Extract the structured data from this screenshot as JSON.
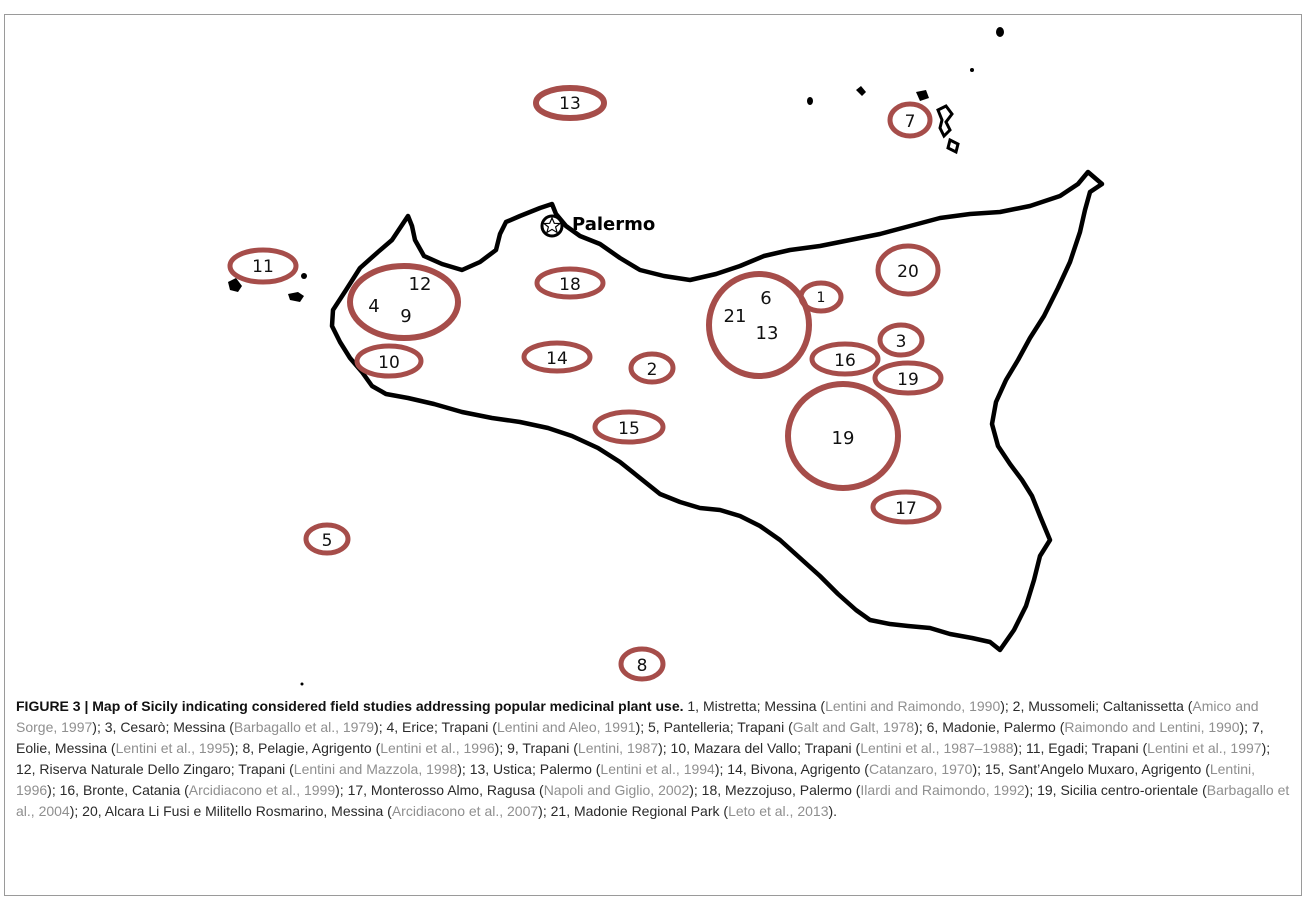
{
  "map": {
    "city_label": "Palermo",
    "ovals": [
      {
        "id": "o13a",
        "labels": [
          "13"
        ]
      },
      {
        "id": "o7",
        "labels": [
          "7"
        ]
      },
      {
        "id": "o11",
        "labels": [
          "11"
        ]
      },
      {
        "id": "o-trapani",
        "labels": [
          "12",
          "4",
          "9"
        ]
      },
      {
        "id": "o10",
        "labels": [
          "10"
        ]
      },
      {
        "id": "o18",
        "labels": [
          "18"
        ]
      },
      {
        "id": "o14",
        "labels": [
          "14"
        ]
      },
      {
        "id": "o2",
        "labels": [
          "2"
        ]
      },
      {
        "id": "o15",
        "labels": [
          "15"
        ]
      },
      {
        "id": "o-madonie",
        "labels": [
          "6",
          "21",
          "13"
        ]
      },
      {
        "id": "o1",
        "labels": [
          "1"
        ]
      },
      {
        "id": "o20",
        "labels": [
          "20"
        ]
      },
      {
        "id": "o3",
        "labels": [
          "3"
        ]
      },
      {
        "id": "o16",
        "labels": [
          "16"
        ]
      },
      {
        "id": "o19a",
        "labels": [
          "19"
        ]
      },
      {
        "id": "o19b",
        "labels": [
          "19"
        ]
      },
      {
        "id": "o17",
        "labels": [
          "17"
        ]
      },
      {
        "id": "o5",
        "labels": [
          "5"
        ]
      },
      {
        "id": "o8",
        "labels": [
          "8"
        ]
      }
    ]
  },
  "caption": {
    "title": "FIGURE 3 | Map of Sicily indicating considered field studies addressing popular medicinal plant use.",
    "entries": [
      {
        "text": "1, Mistretta; Messina (",
        "cite": "Lentini and Raimondo, 1990",
        "after": ");"
      },
      {
        "text": "2, Mussomeli; Caltanissetta (",
        "cite": "Amico and Sorge, 1997",
        "after": ");"
      },
      {
        "text": "3, Cesarò; Messina (",
        "cite": "Barbagallo et al., 1979",
        "after": ");"
      },
      {
        "text": "4, Erice; Trapani (",
        "cite": "Lentini and Aleo, 1991",
        "after": ");"
      },
      {
        "text": "5, Pantelleria; Trapani (",
        "cite": "Galt and Galt, 1978",
        "after": ");"
      },
      {
        "text": "6, Madonie, Palermo (",
        "cite": "Raimondo and Lentini, 1990",
        "after": ");"
      },
      {
        "text": "7, Eolie, Messina (",
        "cite": "Lentini et al., 1995",
        "after": ");"
      },
      {
        "text": "8, Pelagie, Agrigento (",
        "cite": "Lentini et al., 1996",
        "after": ");"
      },
      {
        "text": "9, Trapani (",
        "cite": "Lentini, 1987",
        "after": ");"
      },
      {
        "text": "10, Mazara del Vallo; Trapani (",
        "cite": "Lentini et al., 1987–1988",
        "after": ");"
      },
      {
        "text": "11, Egadi; Trapani (",
        "cite": "Lentini et al., 1997",
        "after": ");"
      },
      {
        "text": "12, Riserva Naturale Dello Zingaro; Trapani (",
        "cite": "Lentini and Mazzola, 1998",
        "after": ");"
      },
      {
        "text": "13, Ustica; Palermo (",
        "cite": "Lentini et al., 1994",
        "after": ");"
      },
      {
        "text": "14, Bivona, Agrigento (",
        "cite": "Catanzaro, 1970",
        "after": ");"
      },
      {
        "text": "15, Sant’Angelo Muxaro, Agrigento (",
        "cite": "Lentini, 1996",
        "after": ");"
      },
      {
        "text": "16, Bronte, Catania (",
        "cite": "Arcidiacono et al., 1999",
        "after": ");"
      },
      {
        "text": "17, Monterosso Almo, Ragusa (",
        "cite": "Napoli and Giglio, 2002",
        "after": ");"
      },
      {
        "text": "18, Mezzojuso, Palermo (",
        "cite": "Ilardi and Raimondo, 1992",
        "after": ");"
      },
      {
        "text": "19, Sicilia centro-orientale (",
        "cite": "Barbagallo et al., 2004",
        "after": ");"
      },
      {
        "text": "20, Alcara Li Fusi e Militello Rosmarino, Messina (",
        "cite": "Arcidiacono et al., 2007",
        "after": ");"
      },
      {
        "text": "21, Madonie Regional Park (",
        "cite": "Leto et al., 2013",
        "after": ")."
      }
    ]
  }
}
